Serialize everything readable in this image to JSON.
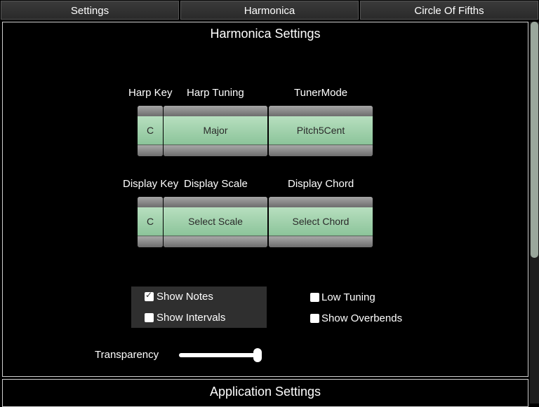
{
  "tabs": [
    {
      "label": "Settings"
    },
    {
      "label": "Harmonica"
    },
    {
      "label": "Circle Of Fifths"
    }
  ],
  "panel": {
    "title": "Harmonica Settings"
  },
  "harp": {
    "key_label": "Harp Key",
    "tuning_label": "Harp Tuning",
    "tuner_mode_label": "TunerMode",
    "key_value": "C",
    "tuning_value": "Major",
    "tuner_mode_value": "Pitch5Cent"
  },
  "display": {
    "key_label": "Display Key",
    "scale_label": "Display Scale",
    "chord_label": "Display Chord",
    "key_value": "C",
    "scale_value": "Select Scale",
    "chord_value": "Select Chord"
  },
  "options": {
    "show_notes": {
      "label": "Show Notes",
      "checked": true
    },
    "show_intervals": {
      "label": "Show Intervals",
      "checked": false
    },
    "low_tuning": {
      "label": "Low Tuning",
      "checked": false
    },
    "show_overbends": {
      "label": "Show Overbends",
      "checked": false
    }
  },
  "transparency": {
    "label": "Transparency",
    "value_fraction": 0.95
  },
  "application": {
    "title": "Application Settings"
  }
}
